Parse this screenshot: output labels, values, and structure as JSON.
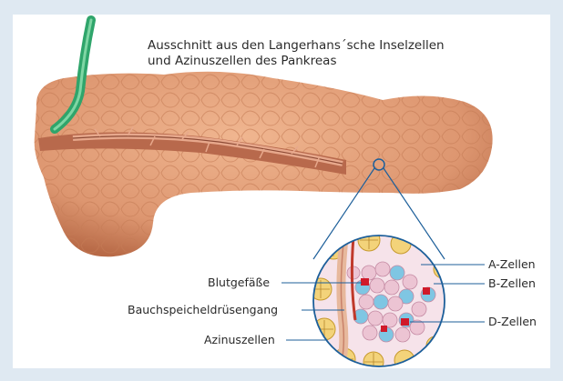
{
  "title": {
    "line1": "Ausschnitt aus den Langerhans´sche Inselzellen",
    "line2": "und Azinuszellen des Pankreas"
  },
  "labels": {
    "left": [
      "Blutgefäße",
      "Bauchspeicheldrüsengang",
      "Azinuszellen"
    ],
    "right": [
      "A-Zellen",
      "B-Zellen",
      "D-Zellen"
    ]
  },
  "colors": {
    "background": "#dfe9f2",
    "pancreas": "#e3a07b",
    "pancreas_dark": "#b86a47",
    "duct": "#8c4a35",
    "vessel": "#2fa56b",
    "leader": "#1d5f9a",
    "a_cells": "#7fc6e3",
    "b_cells": "#f2c9d6",
    "d_cells": "#d01a2a",
    "acinus": "#f3d37a"
  }
}
